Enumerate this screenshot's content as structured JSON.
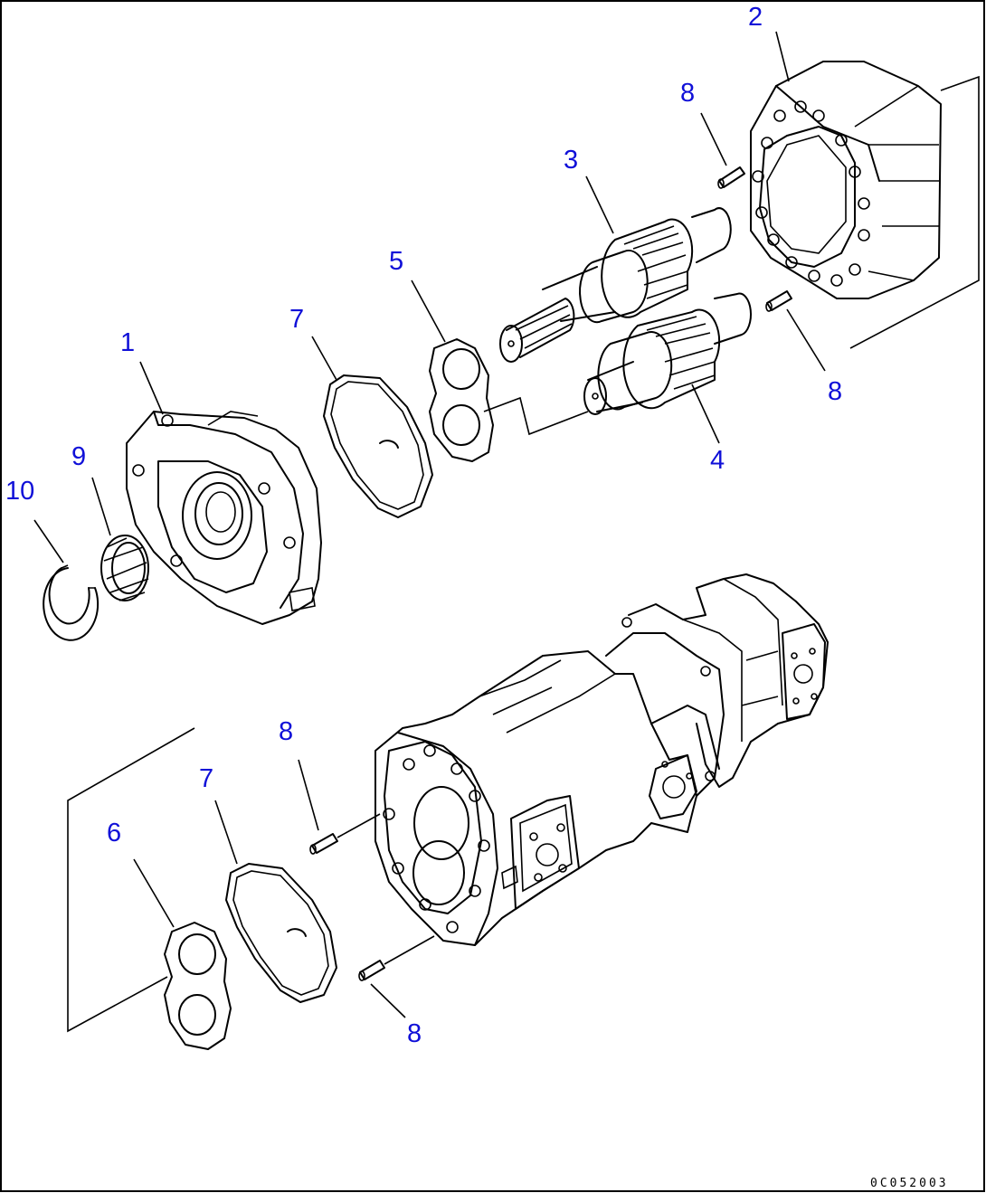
{
  "diagram": {
    "labels": [
      "1",
      "2",
      "3",
      "4",
      "5",
      "6",
      "7",
      "7",
      "8",
      "8",
      "8",
      "8",
      "9",
      "10"
    ],
    "drawing_code": "0C052003"
  },
  "colors": {
    "label": "#1010d8",
    "line": "#000000",
    "background": "#ffffff"
  }
}
